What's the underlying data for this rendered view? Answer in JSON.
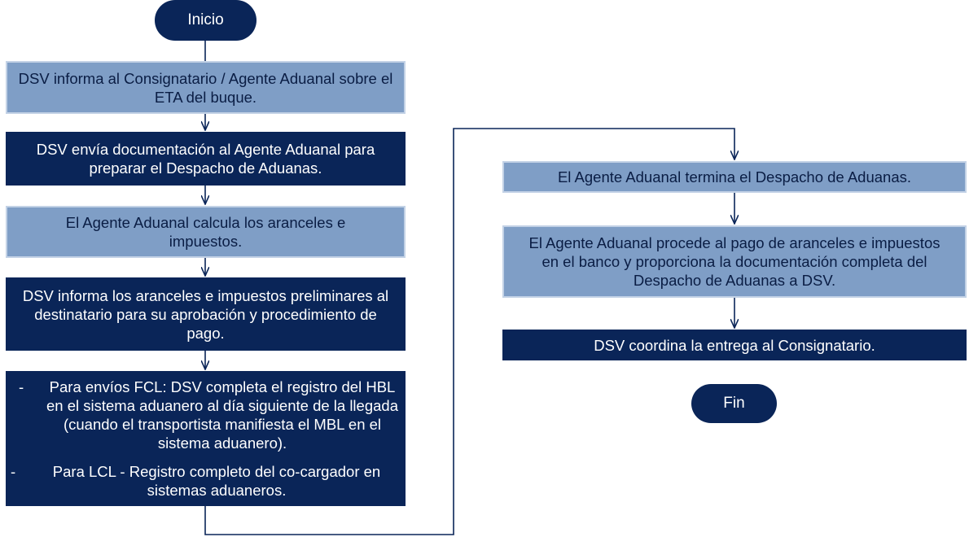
{
  "start": {
    "label": "Inicio"
  },
  "end": {
    "label": "Fin"
  },
  "steps": [
    {
      "text": "DSV informa al Consignatario / Agente Aduanal sobre el ETA del buque."
    },
    {
      "text": "DSV envía documentación al Agente Aduanal para preparar el Despacho de Aduanas."
    },
    {
      "text": "El Agente Aduanal calcula los aranceles e impuestos."
    },
    {
      "text": "DSV informa los aranceles e impuestos preliminares al destinatario para su aprobación y procedimiento de pago."
    },
    {
      "bullets": [
        "Para envíos FCL: DSV completa el registro del HBL en el sistema aduanero al día siguiente de la llegada (cuando el transportista manifiesta el MBL en el sistema aduanero).",
        "Para LCL - Registro completo del co-cargador en sistemas aduaneros."
      ]
    },
    {
      "text": "El Agente Aduanal termina el Despacho de Aduanas."
    },
    {
      "text": "El Agente Aduanal procede al pago de aranceles e impuestos en el banco y proporciona la documentación completa del Despacho de Aduanas a DSV."
    },
    {
      "text": "DSV coordina la entrega al Consignatario."
    }
  ],
  "colors": {
    "dark": "#0a2558",
    "light": "#7f9ec6",
    "line": "#0a2558"
  }
}
